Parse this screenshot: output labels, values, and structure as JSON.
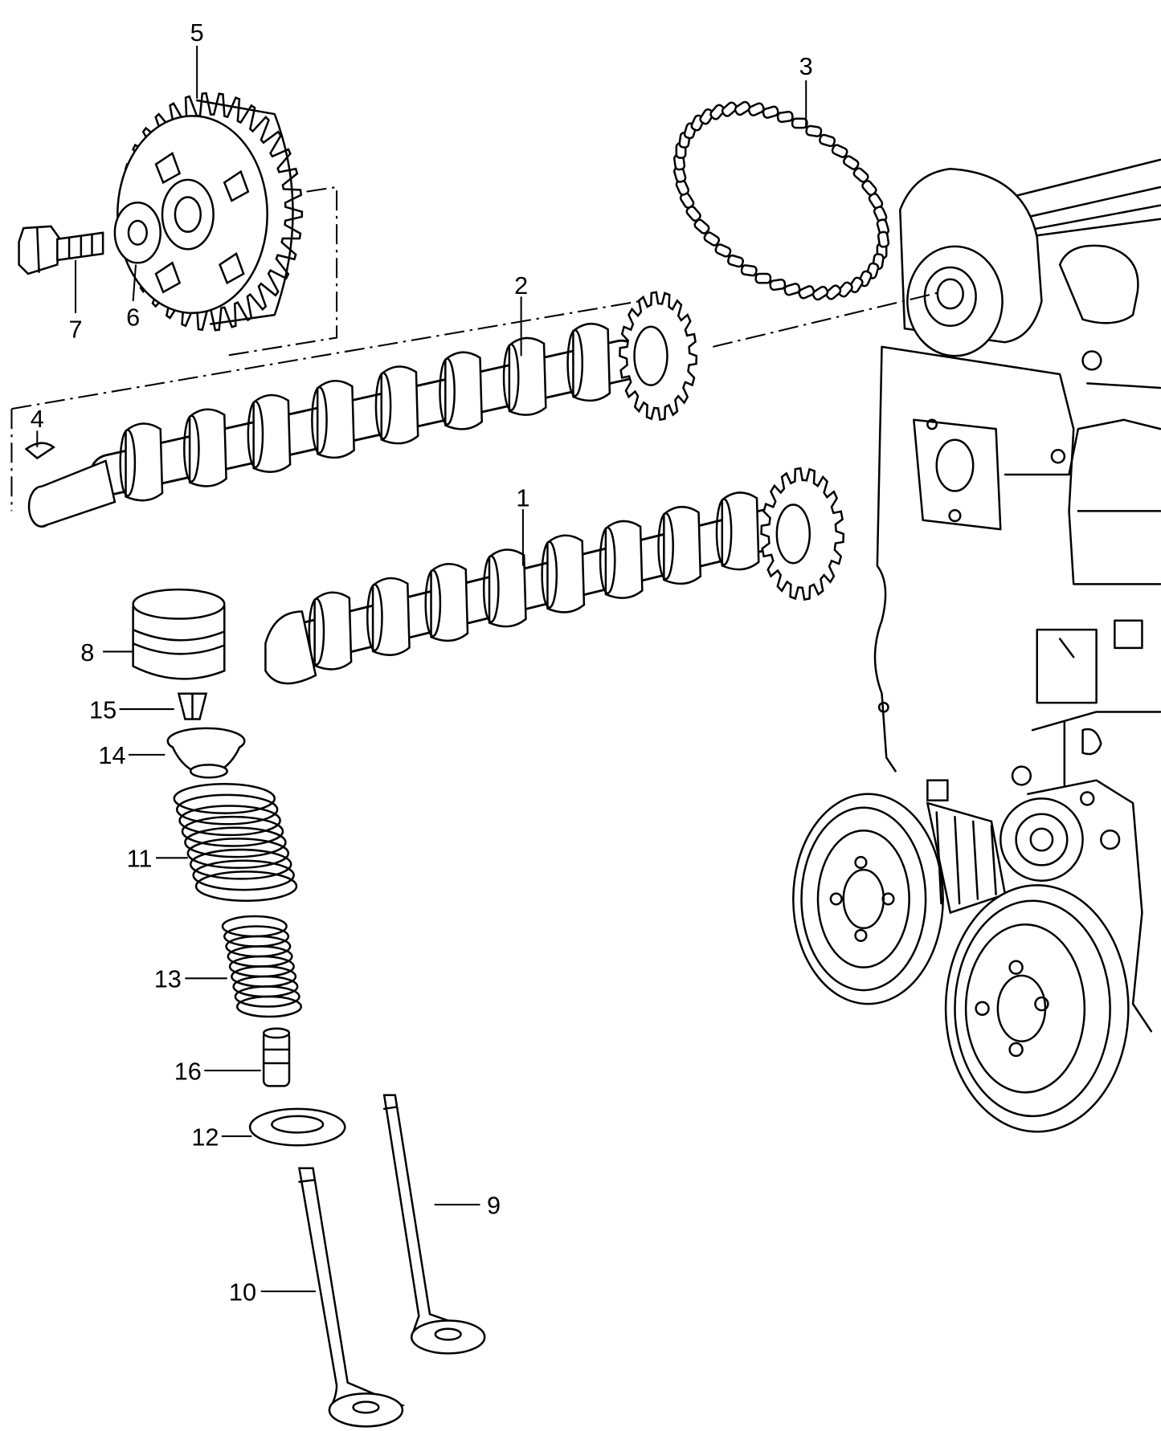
{
  "diagram": {
    "type": "exploded-parts-diagram",
    "callouts": [
      {
        "number": "1"
      },
      {
        "number": "2"
      },
      {
        "number": "3"
      },
      {
        "number": "4"
      },
      {
        "number": "5"
      },
      {
        "number": "6"
      },
      {
        "number": "7"
      },
      {
        "number": "8"
      },
      {
        "number": "9"
      },
      {
        "number": "10"
      },
      {
        "number": "11"
      },
      {
        "number": "12"
      },
      {
        "number": "13"
      },
      {
        "number": "14"
      },
      {
        "number": "15"
      },
      {
        "number": "16"
      }
    ],
    "colors": {
      "line": "#000000",
      "background": "#ffffff"
    }
  }
}
